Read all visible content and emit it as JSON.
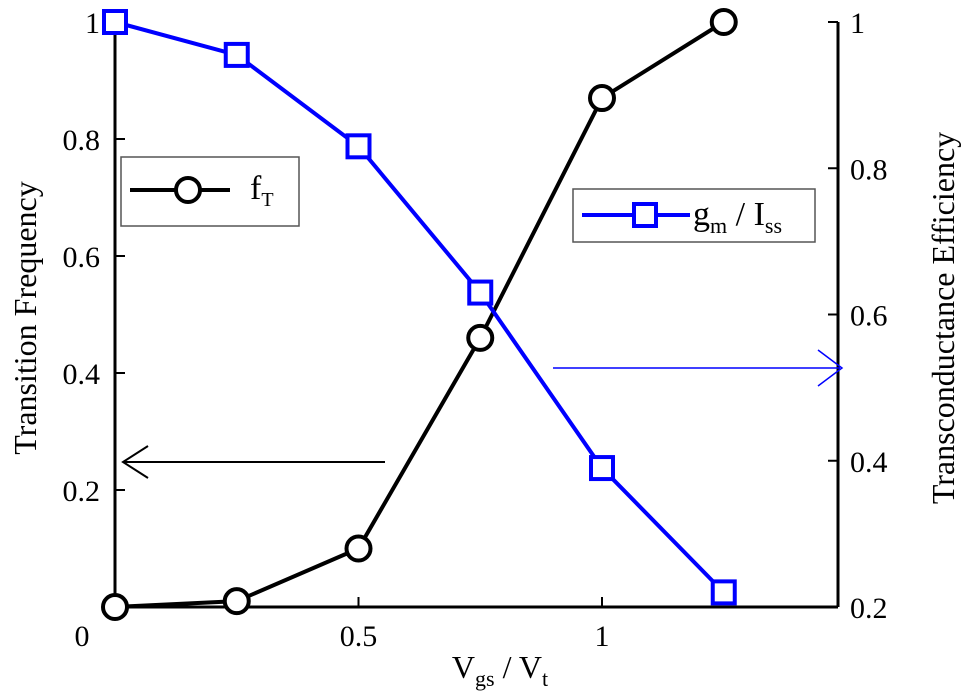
{
  "chart_data": {
    "type": "line",
    "title": "",
    "xlabel": {
      "main": "V",
      "main_sub": "gs",
      "sep": " / ",
      "second": "V",
      "second_sub": "t"
    },
    "ylabel_left": "Transition Frequency",
    "ylabel_right": "Transconductance Efficiency",
    "xlim": [
      0,
      1.5
    ],
    "ylim_left": [
      0,
      1
    ],
    "ylim_right": [
      0.2,
      1
    ],
    "x_ticks": [
      "0",
      "0.5",
      "1"
    ],
    "y_left_ticks": [
      "0.2",
      "0.4",
      "0.6",
      "0.8",
      "1"
    ],
    "y_right_ticks": [
      "0.2",
      "0.4",
      "0.6",
      "0.8",
      "1"
    ],
    "grid": false,
    "series": [
      {
        "name": {
          "main": "f",
          "sub": "T"
        },
        "axis": "left",
        "color": "#000000",
        "marker": "circle",
        "x": [
          0,
          0.25,
          0.5,
          0.75,
          1.0,
          1.25
        ],
        "y": [
          0.0,
          0.01,
          0.1,
          0.46,
          0.87,
          1.0
        ]
      },
      {
        "name": {
          "main": "g",
          "sub": "m",
          "sep": " / ",
          "second": "I",
          "second_sub": "ss"
        },
        "axis": "right",
        "color": "#0000ff",
        "marker": "square",
        "x": [
          0,
          0.25,
          0.5,
          0.75,
          1.0,
          1.25
        ],
        "y": [
          1.0,
          0.955,
          0.83,
          0.63,
          0.39,
          0.22
        ]
      }
    ],
    "legend_left_position": "upper-left",
    "legend_right_position": "upper-right"
  }
}
